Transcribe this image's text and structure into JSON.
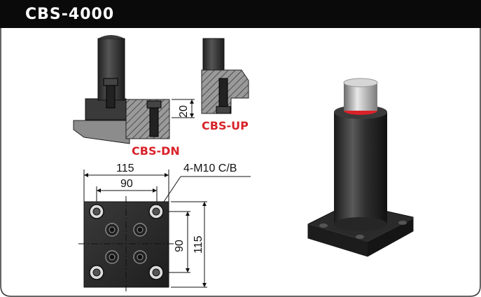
{
  "title": "CBS-4000",
  "labels": {
    "dn": "CBS-DN",
    "up": "CBS-UP",
    "height_dim": "20",
    "width_outer": "115",
    "width_inner": "90",
    "height_outer": "115",
    "height_inner": "90",
    "bolt_callout": "4-M10 C/B"
  },
  "colors": {
    "header": "#0a0a0a",
    "accent_red": "#d8222a",
    "body_dark": "#2e2e2e",
    "section_gray": "#8a8a8a"
  }
}
